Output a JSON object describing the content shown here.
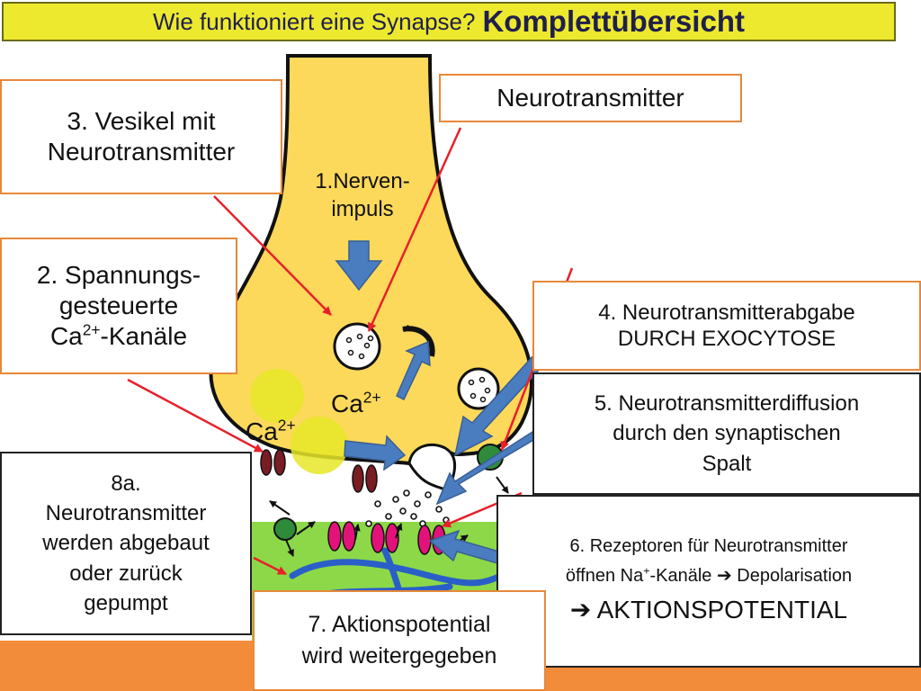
{
  "title": {
    "main": "Wie funktioniert eine Synapse?",
    "emphasis": "Komplettübersicht"
  },
  "labels": {
    "vesikel": {
      "line1": "3. Vesikel mit",
      "line2": "Neurotransmitter"
    },
    "neurotransmitter": "Neurotransmitter",
    "nervenimpuls": {
      "line1": "1.Nerven-",
      "line2": "impuls"
    },
    "kanaele": {
      "line1": "2. Spannungs-",
      "line2": "gesteuerte",
      "line3_prefix": "Ca",
      "line3_sup": "2+",
      "line3_suffix": "-Kanäle"
    },
    "ca_ion_1": {
      "base": "Ca",
      "sup": "2+"
    },
    "ca_ion_2": {
      "base": "Ca",
      "sup": "2+"
    },
    "exocytose": {
      "line1": "4. Neurotransmitterabgabe",
      "line2": "DURCH EXOCYTOSE"
    },
    "diffusion": {
      "line1": "5. Neurotransmitterdiffusion",
      "line2": "durch den synaptischen",
      "line3": "Spalt"
    },
    "abbau": {
      "line1": "8a.",
      "line2": "Neurotransmitter",
      "line3": "werden abgebaut",
      "line4": "oder zurück",
      "line5": "gepumpt"
    },
    "rezeptoren": {
      "line1": "6. Rezeptoren für Neurotransmitter",
      "line2_prefix": "öffnen Na",
      "line2_sup": "+",
      "line2_suffix": "-Kanäle",
      "line2_arrow": "➔",
      "line2_end": "Depolarisation",
      "line3_arrow": "➔",
      "line3": "AKTIONSPOTENTIAL"
    },
    "aktionspotential": {
      "line1": "7. Aktionspotential",
      "line2": "wird weitergegeben"
    }
  },
  "colors": {
    "title_bar": "#ede92f",
    "terminal": "#fcd95a",
    "ca_glow": "#e6e628",
    "channel": "#7a1c24",
    "receptor": "#e3127a",
    "transporter": "#2e8b3a",
    "postsynaptic": "#8cd848",
    "fibers": "#2a5fc8",
    "pointer_arrows": "#e8202a",
    "block_arrows": "#4a7cc0",
    "box_border": "#e7883a",
    "bottom_bar": "#f28c3a"
  }
}
